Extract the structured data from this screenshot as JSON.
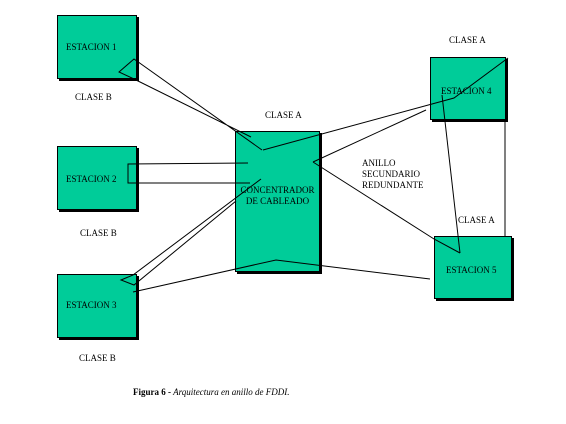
{
  "diagram": {
    "stations": {
      "estacion1": {
        "name": "ESTACION 1",
        "class": "CLASE B"
      },
      "estacion2": {
        "name": "ESTACION 2",
        "class": "CLASE B"
      },
      "estacion3": {
        "name": "ESTACION 3",
        "class": "CLASE B"
      },
      "estacion4": {
        "name": "ESTACION 4",
        "class": "CLASE A"
      },
      "estacion5": {
        "name": "ESTACION 5",
        "class": "CLASE A"
      }
    },
    "concentrator": {
      "line1": "CONCENTRADOR",
      "line2": "DE CABLEADO",
      "class": "CLASE A"
    },
    "ring_note": {
      "line1": "ANILLO",
      "line2": "SECUNDARIO",
      "line3": "REDUNDANTE"
    },
    "caption": {
      "label": "Figura 6 -",
      "text": " Arquitectura en anillo de FDDI."
    },
    "colors": {
      "box_fill": "#00cc99",
      "line": "#000000"
    }
  }
}
